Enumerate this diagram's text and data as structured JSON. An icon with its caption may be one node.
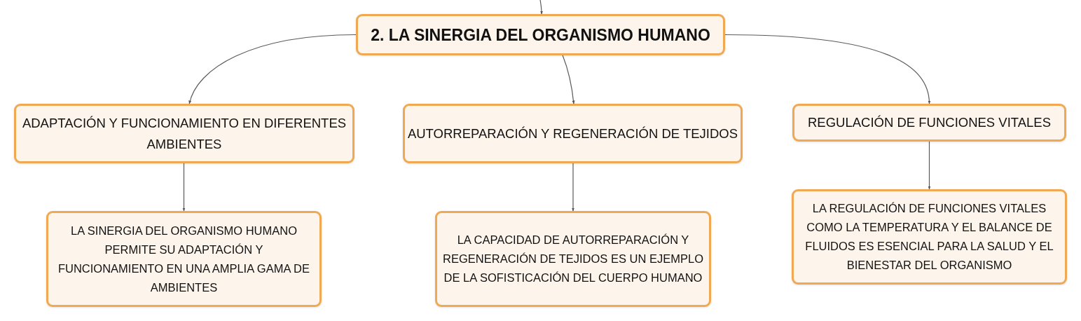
{
  "diagram": {
    "nodes": [
      {
        "text": [
          "2. LA SINERGIA DEL ORGANISMO HUMANO"
        ]
      },
      {
        "text": [
          "ADAPTACIÓN Y FUNCIONAMIENTO EN DIFERENTES AMBIENTES"
        ]
      },
      {
        "text": [
          "AUTORREPARACIÓN Y REGENERACIÓN DE TEJIDOS"
        ]
      },
      {
        "text": [
          "REGULACIÓN DE FUNCIONES VITALES"
        ]
      },
      {
        "text": [
          "LA SINERGIA DEL ORGANISMO HUMANO PERMITE SU ADAPTACIÓN Y FUNCIONAMIENTO EN UNA AMPLIA GAMA DE AMBIENTES"
        ]
      },
      {
        "text": [
          "LA CAPACIDAD DE AUTORREPARACIÓN Y REGENERACIÓN DE TEJIDOS ES UN EJEMPLO DE LA SOFISTICACIÓN DEL CUERPO HUMANO"
        ]
      },
      {
        "text": [
          "LA REGULACIÓN DE FUNCIONES VITALES COMO LA TEMPERATURA Y EL BALANCE DE FLUIDOS ES ESENCIAL PARA LA SALUD Y EL BIENESTAR DEL ORGANISMO"
        ]
      }
    ],
    "edges": [
      {
        "from": null,
        "to": 0,
        "arrow": "to"
      },
      {
        "from": 0,
        "to": 1,
        "arrow": "to"
      },
      {
        "from": 0,
        "to": 2,
        "arrow": "to"
      },
      {
        "from": 0,
        "to": 3,
        "arrow": "to"
      },
      {
        "from": 1,
        "to": 4,
        "arrow": "to"
      },
      {
        "from": 2,
        "to": 5,
        "arrow": "to"
      },
      {
        "from": 3,
        "to": 6,
        "arrow": "to"
      }
    ]
  }
}
